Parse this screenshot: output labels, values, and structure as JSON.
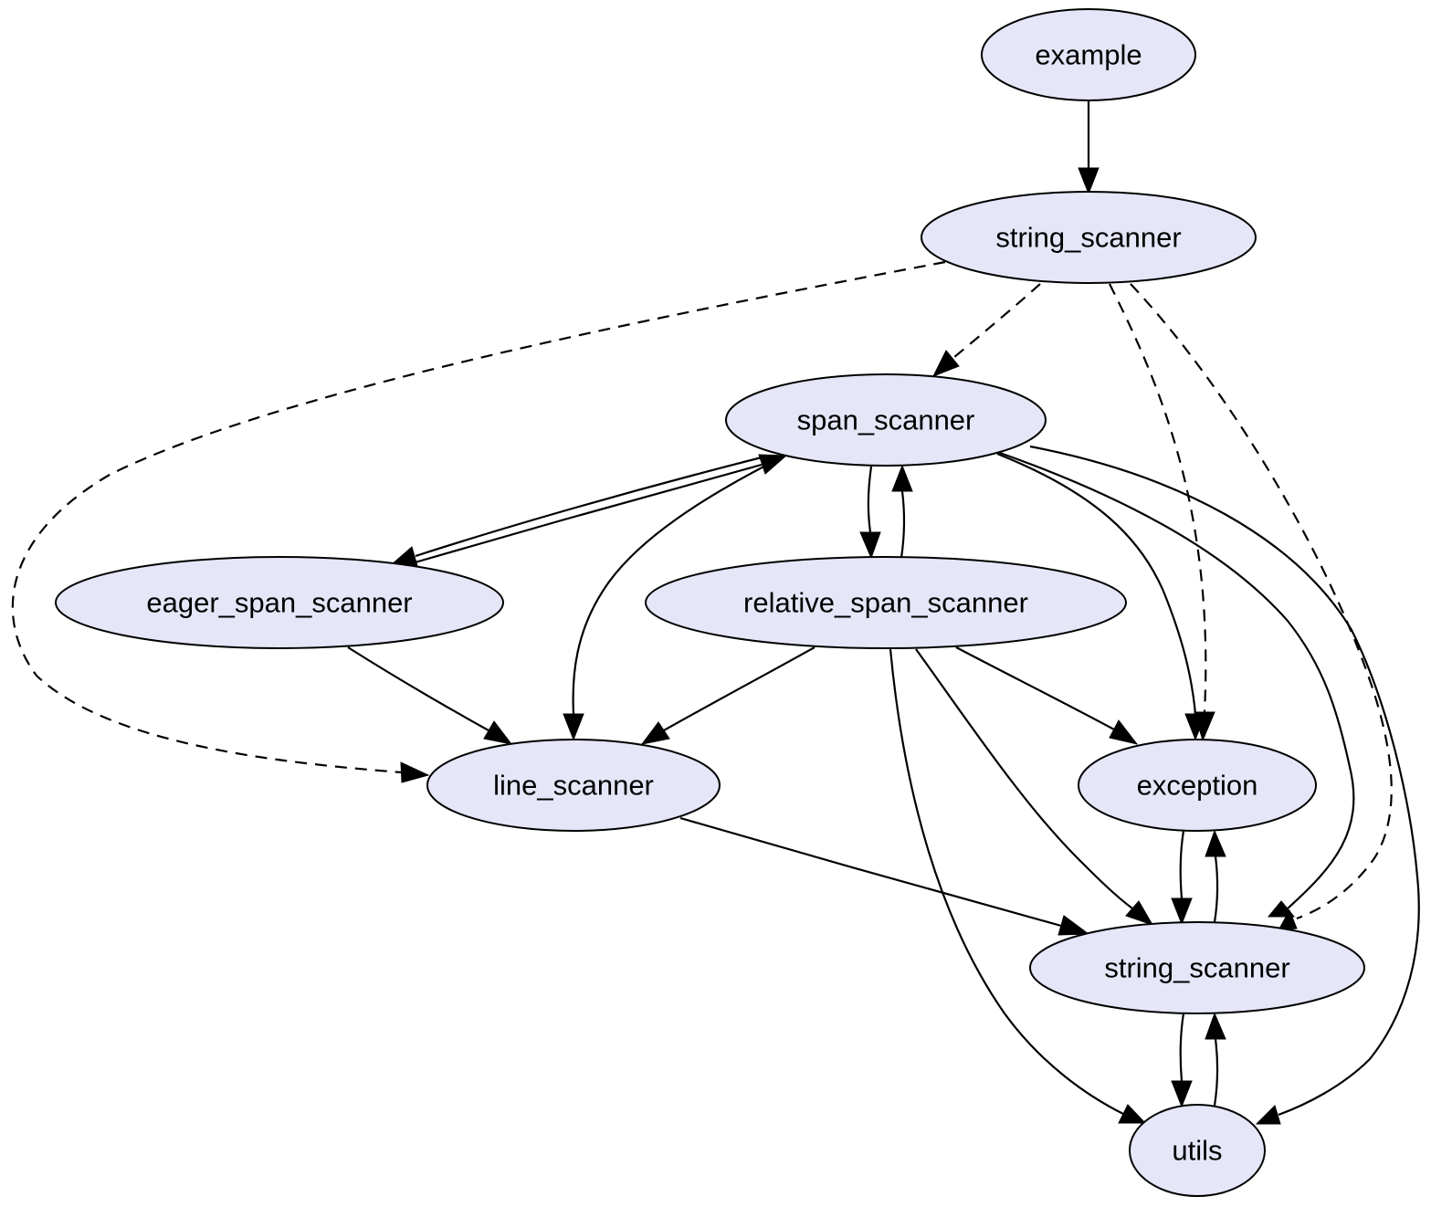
{
  "diagram": {
    "type": "directed-graph",
    "nodes": [
      {
        "id": "example",
        "label": "example"
      },
      {
        "id": "string_scanner_top",
        "label": "string_scanner"
      },
      {
        "id": "span_scanner",
        "label": "span_scanner"
      },
      {
        "id": "eager_span_scanner",
        "label": "eager_span_scanner"
      },
      {
        "id": "relative_span_scanner",
        "label": "relative_span_scanner"
      },
      {
        "id": "line_scanner",
        "label": "line_scanner"
      },
      {
        "id": "exception",
        "label": "exception"
      },
      {
        "id": "string_scanner_inner",
        "label": "string_scanner"
      },
      {
        "id": "utils",
        "label": "utils"
      }
    ],
    "edges": [
      {
        "from": "example",
        "to": "string_scanner_top",
        "style": "solid"
      },
      {
        "from": "string_scanner_top",
        "to": "span_scanner",
        "style": "dashed"
      },
      {
        "from": "string_scanner_top",
        "to": "line_scanner",
        "style": "dashed"
      },
      {
        "from": "string_scanner_top",
        "to": "exception",
        "style": "dashed"
      },
      {
        "from": "string_scanner_top",
        "to": "string_scanner_inner",
        "style": "dashed"
      },
      {
        "from": "span_scanner",
        "to": "eager_span_scanner",
        "style": "solid"
      },
      {
        "from": "eager_span_scanner",
        "to": "span_scanner",
        "style": "solid"
      },
      {
        "from": "span_scanner",
        "to": "relative_span_scanner",
        "style": "solid"
      },
      {
        "from": "relative_span_scanner",
        "to": "span_scanner",
        "style": "solid"
      },
      {
        "from": "span_scanner",
        "to": "line_scanner",
        "style": "solid"
      },
      {
        "from": "span_scanner",
        "to": "exception",
        "style": "solid"
      },
      {
        "from": "span_scanner",
        "to": "string_scanner_inner",
        "style": "solid"
      },
      {
        "from": "span_scanner",
        "to": "utils",
        "style": "solid"
      },
      {
        "from": "eager_span_scanner",
        "to": "line_scanner",
        "style": "solid"
      },
      {
        "from": "relative_span_scanner",
        "to": "line_scanner",
        "style": "solid"
      },
      {
        "from": "relative_span_scanner",
        "to": "exception",
        "style": "solid"
      },
      {
        "from": "relative_span_scanner",
        "to": "string_scanner_inner",
        "style": "solid"
      },
      {
        "from": "relative_span_scanner",
        "to": "utils",
        "style": "solid"
      },
      {
        "from": "line_scanner",
        "to": "string_scanner_inner",
        "style": "solid"
      },
      {
        "from": "exception",
        "to": "string_scanner_inner",
        "style": "solid"
      },
      {
        "from": "string_scanner_inner",
        "to": "exception",
        "style": "solid"
      },
      {
        "from": "string_scanner_inner",
        "to": "utils",
        "style": "solid"
      },
      {
        "from": "utils",
        "to": "string_scanner_inner",
        "style": "solid"
      }
    ]
  },
  "colors": {
    "node_fill": "#e5e6f8",
    "node_stroke": "#000000",
    "edge": "#000000",
    "background": "#ffffff"
  }
}
